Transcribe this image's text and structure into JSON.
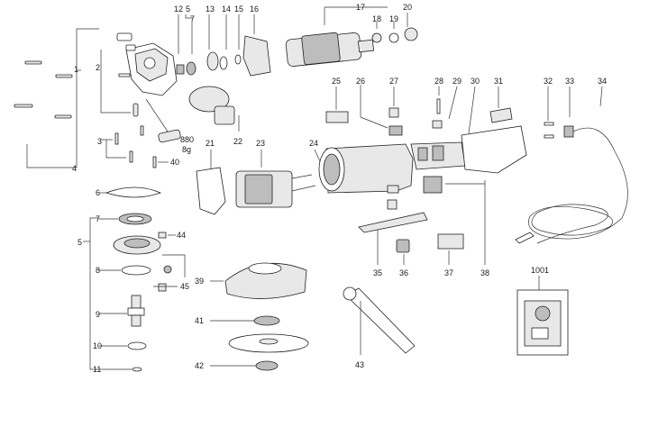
{
  "callouts": {
    "c1": "1",
    "c2": "2",
    "c3": "3",
    "c4": "4",
    "c5a": "5",
    "c5b": "5",
    "c6": "6",
    "c7a": "7",
    "c7b": "7",
    "c8": "8",
    "c9": "9",
    "c10": "10",
    "c11": "11",
    "c12": "12",
    "c13": "13",
    "c14": "14",
    "c15": "15",
    "c16": "16",
    "c17": "17",
    "c18": "18",
    "c19": "19",
    "c20": "20",
    "c21": "21",
    "c22": "22",
    "c23": "23",
    "c24": "24",
    "c25": "25",
    "c26": "26",
    "c27": "27",
    "c28": "28",
    "c29": "29",
    "c30": "30",
    "c31": "31",
    "c32": "32",
    "c33": "33",
    "c34": "34",
    "c35": "35",
    "c36": "36",
    "c37": "37",
    "c38": "38",
    "c39": "39",
    "c40": "40",
    "c41": "41",
    "c42": "42",
    "c43": "43",
    "c44": "44",
    "c45": "45",
    "c1001": "1001"
  },
  "grease_label": "880",
  "grease_weight": "8g"
}
